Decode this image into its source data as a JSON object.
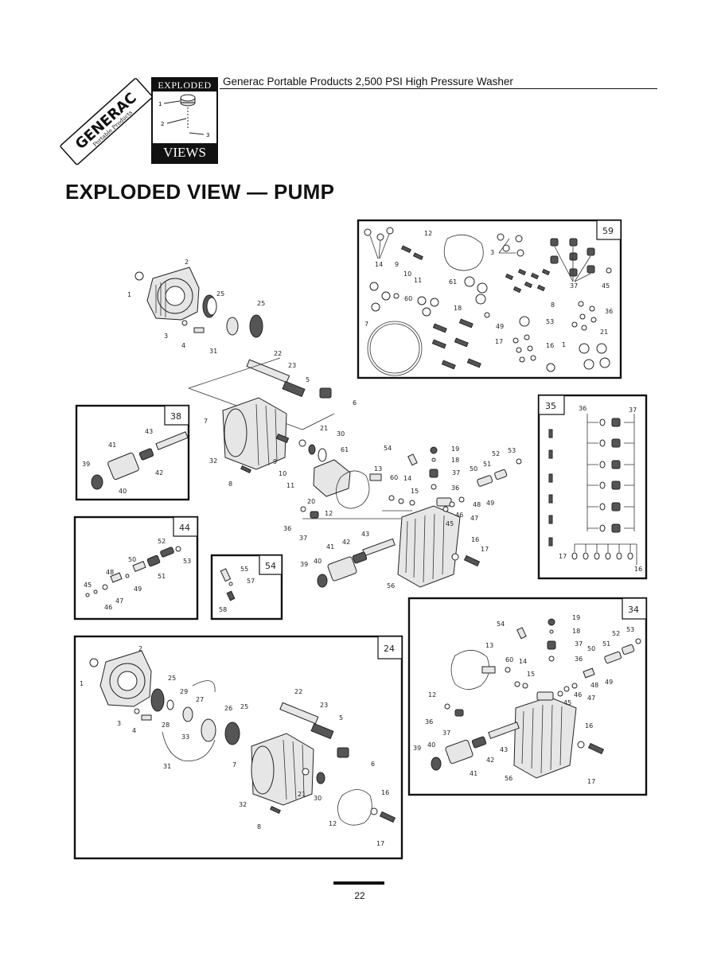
{
  "header": {
    "title": "Generac Portable Products 2,500 PSI High Pressure Washer",
    "brand": "GENERAC",
    "brand_sub": "Portable Products",
    "badge_top": "EXPLODED",
    "badge_bottom": "VIEWS",
    "badge_callouts": [
      "1",
      "2",
      "3"
    ]
  },
  "page_title": "EXPLODED VIEW — PUMP",
  "boxes": {
    "b59": "59",
    "b38": "38",
    "b35": "35",
    "b44": "44",
    "b54": "54",
    "b24": "24",
    "b34": "34"
  },
  "callouts": {
    "main": [
      "1",
      "2",
      "25",
      "25",
      "3",
      "4",
      "31",
      "22",
      "23",
      "5",
      "6",
      "7",
      "32",
      "8",
      "9",
      "10",
      "11",
      "21",
      "30",
      "61",
      "20",
      "12",
      "13",
      "60",
      "14",
      "15",
      "54",
      "19",
      "18",
      "37",
      "36",
      "53",
      "52",
      "51",
      "50",
      "48",
      "49",
      "46",
      "47",
      "45",
      "36",
      "37",
      "43",
      "42",
      "41",
      "40",
      "39",
      "16",
      "17",
      "56"
    ],
    "b59": [
      "14",
      "9",
      "10",
      "11",
      "12",
      "3",
      "61",
      "60",
      "18",
      "8",
      "37",
      "45",
      "36",
      "7",
      "17",
      "49",
      "53",
      "16",
      "1",
      "21"
    ],
    "b38": [
      "43",
      "41",
      "42",
      "39",
      "40"
    ],
    "b35": [
      "36",
      "37",
      "17",
      "16"
    ],
    "b44": [
      "52",
      "53",
      "50",
      "51",
      "48",
      "49",
      "45",
      "46",
      "47"
    ],
    "b54": [
      "55",
      "57",
      "58"
    ],
    "b24": [
      "1",
      "2",
      "25",
      "29",
      "27",
      "3",
      "4",
      "28",
      "33",
      "26",
      "25",
      "31",
      "22",
      "23",
      "5",
      "7",
      "6",
      "32",
      "21",
      "30",
      "8",
      "12",
      "16",
      "17"
    ],
    "b34": [
      "54",
      "19",
      "18",
      "37",
      "36",
      "13",
      "60",
      "14",
      "15",
      "53",
      "52",
      "51",
      "50",
      "49",
      "48",
      "46",
      "47",
      "45",
      "12",
      "36",
      "37",
      "43",
      "42",
      "39",
      "40",
      "41",
      "56",
      "16",
      "17"
    ]
  },
  "footer": {
    "page_number": "22"
  }
}
